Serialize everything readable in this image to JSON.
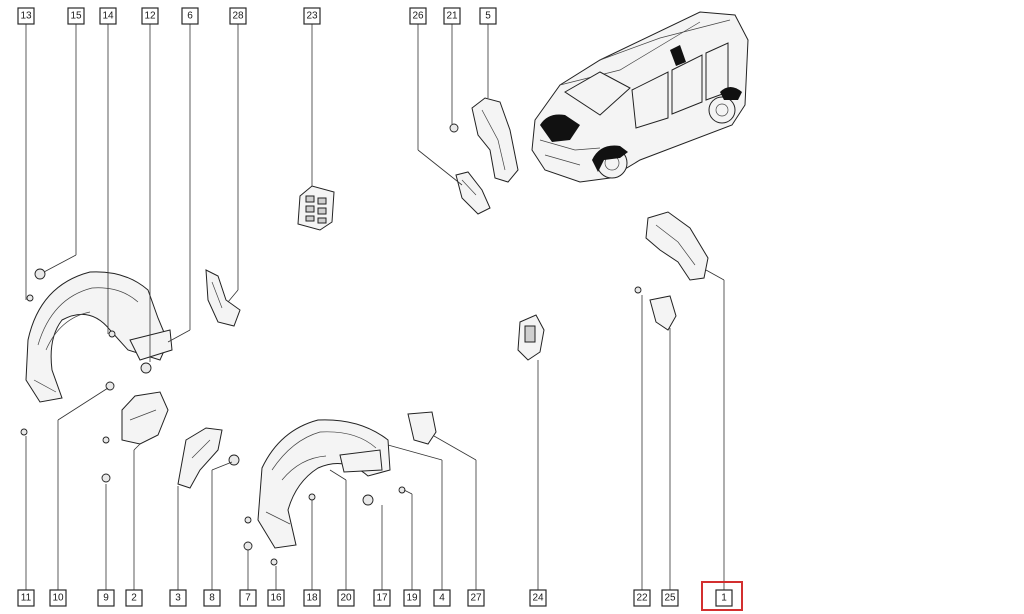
{
  "diagram": {
    "callouts": [
      "13",
      "15",
      "14",
      "12",
      "6",
      "28",
      "23",
      "26",
      "21",
      "5",
      "11",
      "10",
      "9",
      "2",
      "3",
      "8",
      "7",
      "16",
      "18",
      "20",
      "17",
      "19",
      "4",
      "27",
      "24",
      "22",
      "25",
      "1"
    ],
    "highlighted_callout": "1",
    "highlight_color": "#d32f2f",
    "line_color": "#222222",
    "background": "#ffffff"
  }
}
